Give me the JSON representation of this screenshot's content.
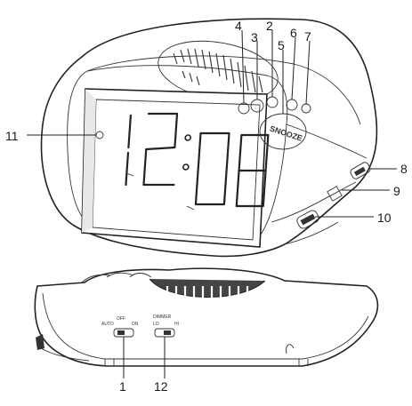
{
  "display": {
    "time": "12:08"
  },
  "buttons": {
    "snooze_label": "SNOOZE"
  },
  "switches": {
    "mode": {
      "left": "AUTO",
      "mid": "OFF",
      "right": "ON"
    },
    "dimmer": {
      "title": "DIMMER",
      "left": "LO",
      "right": "HI"
    }
  },
  "callouts": [
    "1",
    "2",
    "3",
    "4",
    "5",
    "6",
    "7",
    "8",
    "9",
    "10",
    "11",
    "12"
  ]
}
